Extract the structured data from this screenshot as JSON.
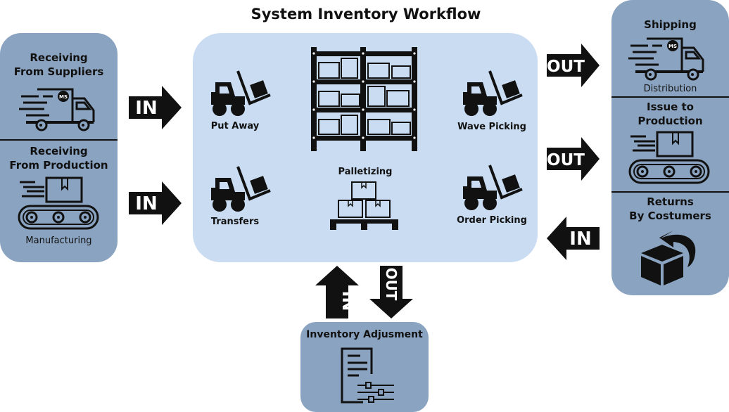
{
  "title": "System Inventory Workflow",
  "left_panel": {
    "sections": [
      {
        "label_line1": "Receiving",
        "label_line2": "From Suppliers",
        "icon": "delivery-truck-icon",
        "truck_badge": "MS"
      },
      {
        "label_line1": "Receiving",
        "label_line2": "From Production",
        "icon": "conveyor-belt-icon",
        "caption": "Manufacturing"
      }
    ]
  },
  "center_panel": {
    "items": [
      {
        "label": "Put Away",
        "icon": "forklift-icon"
      },
      {
        "label": "Transfers",
        "icon": "forklift-icon"
      },
      {
        "label": "Wave Picking",
        "icon": "forklift-icon"
      },
      {
        "label": "Order Picking",
        "icon": "forklift-icon"
      },
      {
        "label": "Palletizing",
        "icon": "pallet-boxes-icon"
      }
    ],
    "rack_icon": "warehouse-rack-icon"
  },
  "right_panel": {
    "sections": [
      {
        "label_line1": "Shipping",
        "icon": "delivery-truck-icon",
        "truck_badge": "MS",
        "caption": "Distribution"
      },
      {
        "label_line1": "Issue to",
        "label_line2": "Production",
        "icon": "conveyor-belt-icon"
      },
      {
        "label_line1": "Returns",
        "label_line2": "By Costumers",
        "icon": "return-box-icon"
      }
    ]
  },
  "bottom_panel": {
    "label": "Inventory Adjusment",
    "icon": "document-settings-icon"
  },
  "arrows": {
    "in": "IN",
    "out": "OUT"
  },
  "colors": {
    "panel": "#8aa3c0",
    "center": "#c9dcf1",
    "ink": "#111111"
  }
}
